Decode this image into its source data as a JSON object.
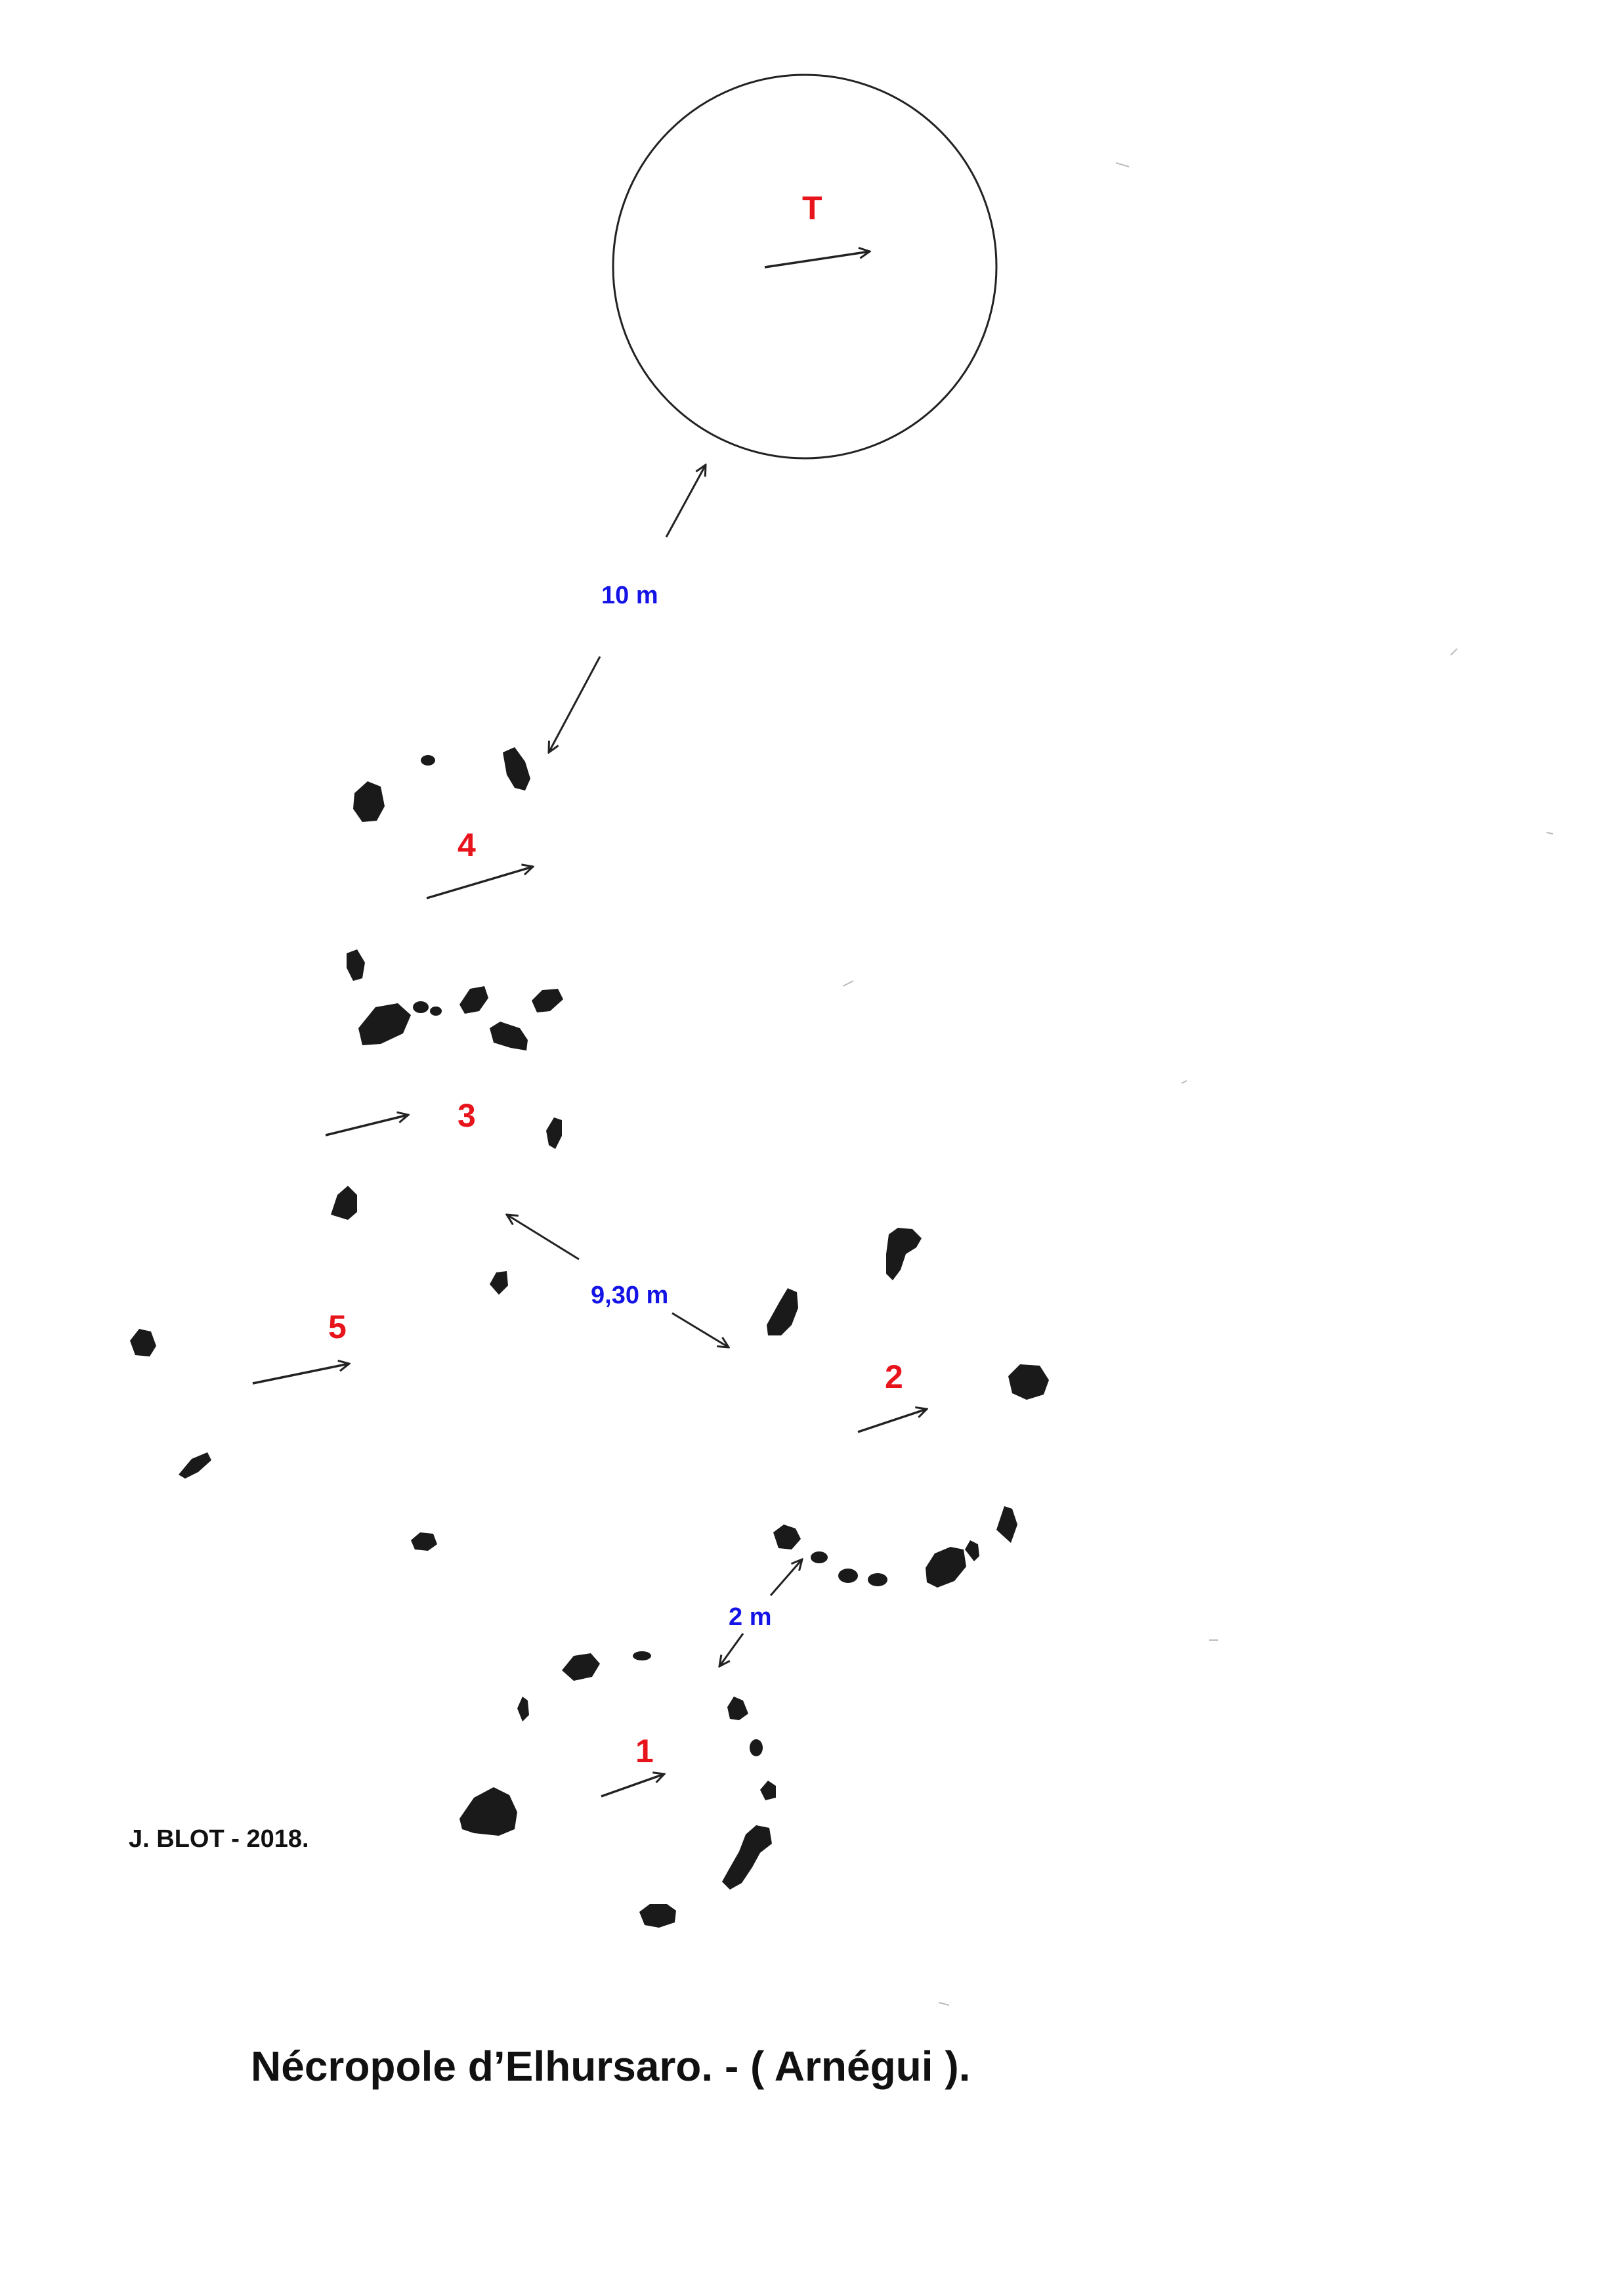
{
  "title": "Nécropole d’Elhursaro. - ( Arnégui ).",
  "author": "J. BLOT - 2018.",
  "monuments": [
    {
      "id": "T",
      "label": "T"
    },
    {
      "id": "4",
      "label": "4"
    },
    {
      "id": "3",
      "label": "3"
    },
    {
      "id": "5",
      "label": "5"
    },
    {
      "id": "2",
      "label": "2"
    },
    {
      "id": "1",
      "label": "1"
    }
  ],
  "distances": {
    "t_to_4": "10 m",
    "m3_to_m2": "9,30 m",
    "m1_to_m2": "2 m"
  },
  "colors": {
    "monument_label": "#e8141c",
    "distance_label": "#1414e6",
    "stone": "#1a1a1a",
    "line": "#222222"
  }
}
